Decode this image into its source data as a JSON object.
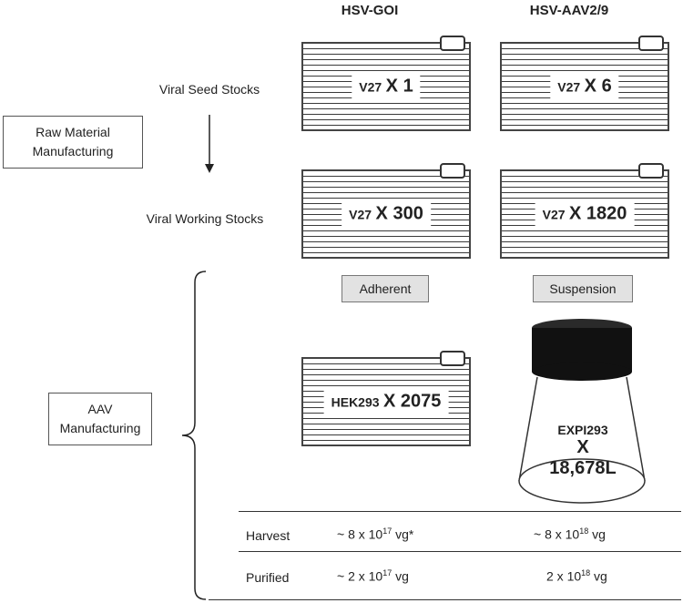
{
  "columns": {
    "left": "HSV-GOI",
    "right": "HSV-AAV2/9"
  },
  "rows": {
    "seed": "Viral Seed Stocks",
    "working": "Viral Working Stocks"
  },
  "groups": {
    "raw": "Raw Material Manufacturing",
    "aav": "AAV Manufacturing"
  },
  "flasks": {
    "seed_left": {
      "name": "V27",
      "mult": "X 1"
    },
    "seed_right": {
      "name": "V27",
      "mult": "X 6"
    },
    "work_left": {
      "name": "V27",
      "mult": "X 300"
    },
    "work_right": {
      "name": "V27",
      "mult": "X 1820"
    },
    "hek": {
      "name": "HEK293",
      "mult": "X 2075"
    }
  },
  "culture": {
    "left": "Adherent",
    "right": "Suspension"
  },
  "bioreactor": {
    "name": "EXPI293",
    "x": "X",
    "volume": "18,678L"
  },
  "table": {
    "harvest_label": "Harvest",
    "purified_label": "Purified",
    "harvest_left": {
      "prefix": "~ 8 x 10",
      "exp": "17",
      "unit": " vg*"
    },
    "harvest_right": {
      "prefix": "~ 8 x 10",
      "exp": "18",
      "unit": " vg"
    },
    "purified_left": {
      "prefix": "~ 2 x 10",
      "exp": "17",
      "unit": " vg"
    },
    "purified_right": {
      "prefix": "2 x 10",
      "exp": "18",
      "unit": " vg"
    }
  }
}
